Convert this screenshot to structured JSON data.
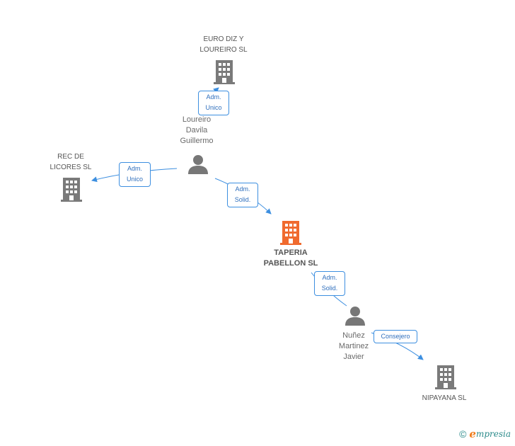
{
  "colors": {
    "company": "#7a7a7a",
    "focus_company": "#f06a2e",
    "person": "#777777",
    "edge": "#3d8fe0",
    "badge_text": "#2f6fbd"
  },
  "nodes": {
    "euro_diz": {
      "label": "EURO DIZ Y\nLOUREIRO SL",
      "icon": "building-icon"
    },
    "rec_licores": {
      "label": "REC DE\nLICORES  SL",
      "icon": "building-icon"
    },
    "loureiro": {
      "label": "Loureiro\nDavila\nGuillermo",
      "icon": "person-icon"
    },
    "taperia": {
      "label": "TAPERIA\nPABELLON SL",
      "icon": "building-icon"
    },
    "nunez": {
      "label": "Nuñez\nMartinez\nJavier",
      "icon": "person-icon"
    },
    "nipayana": {
      "label": "NIPAYANA SL",
      "icon": "building-icon"
    }
  },
  "edges": {
    "loureiro_euro": "Adm.\nUnico",
    "loureiro_rec": "Adm.\nUnico",
    "loureiro_taperia": "Adm.\nSolid.",
    "nunez_taperia": "Adm.\nSolid.",
    "nunez_nipayana": "Consejero"
  },
  "footer": {
    "copyright": "©",
    "brand_initial": "e",
    "brand_rest": "mpresia"
  }
}
